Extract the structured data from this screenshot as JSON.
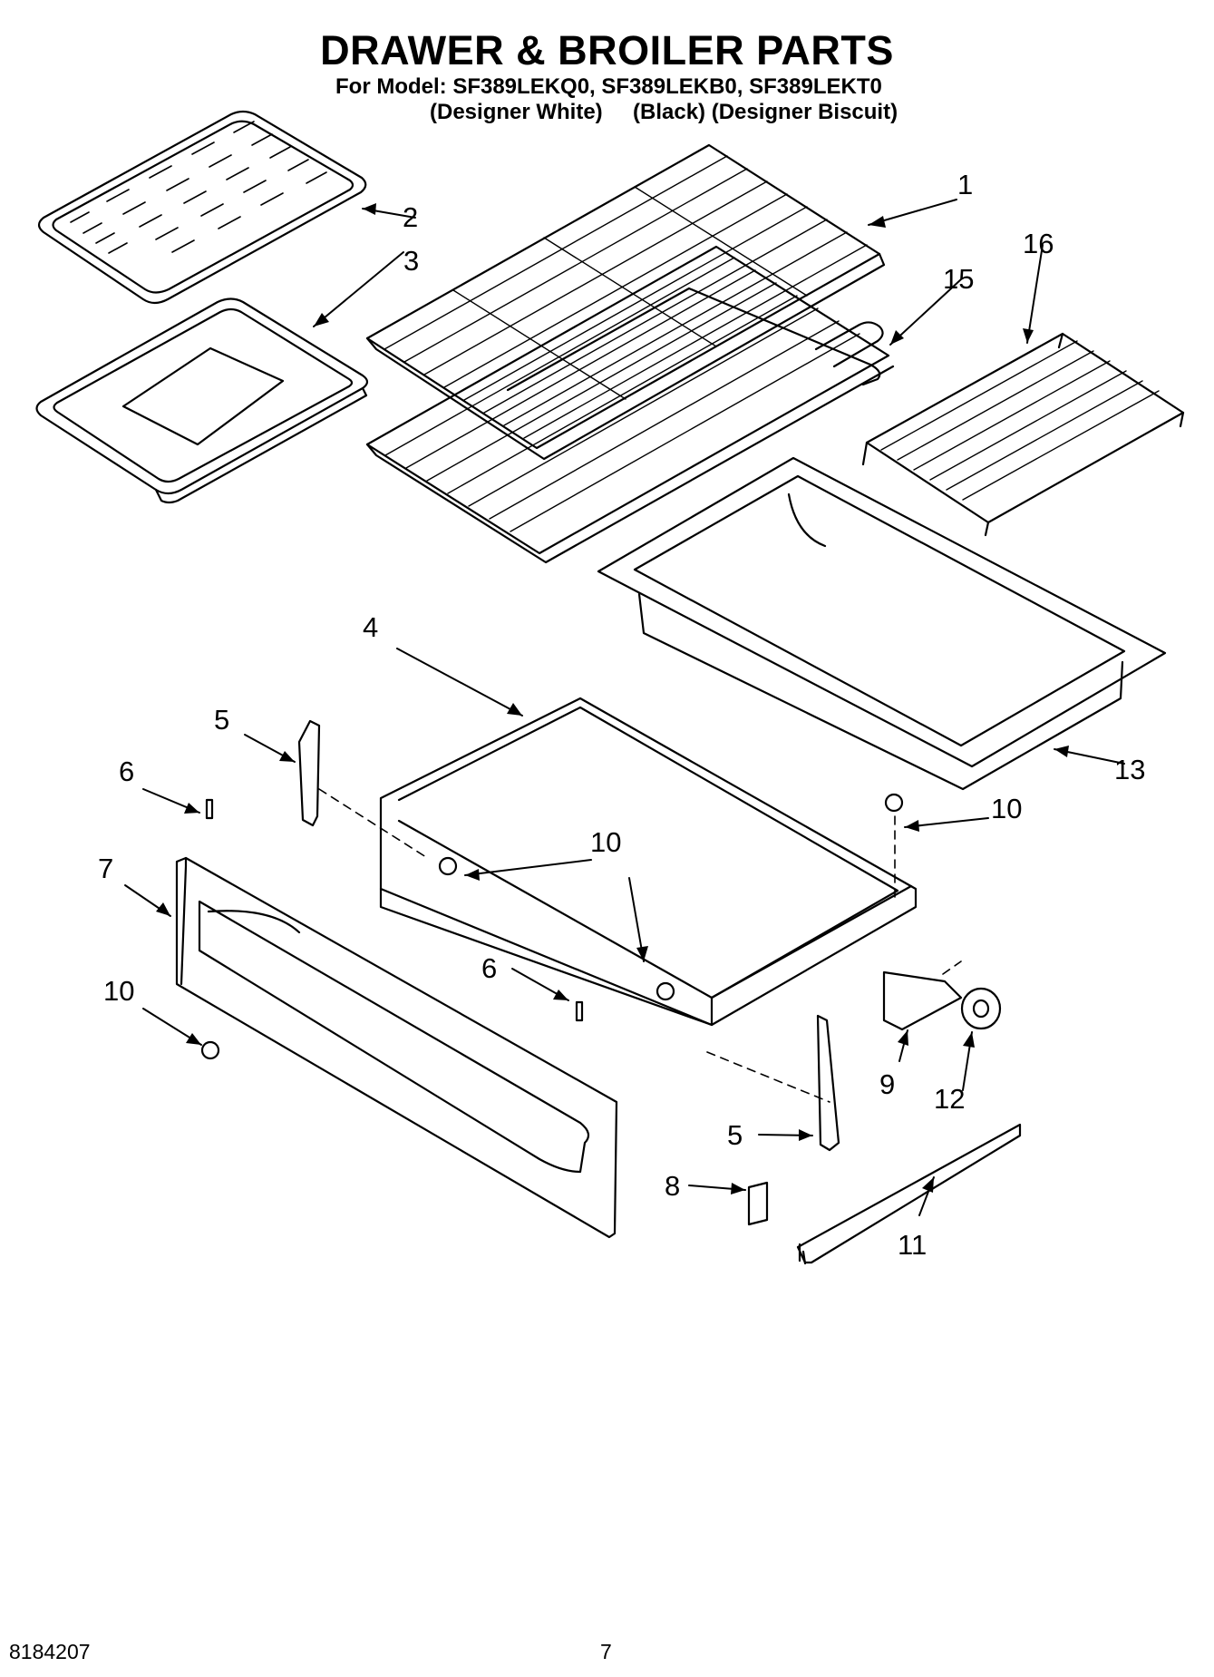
{
  "title": "DRAWER & BROILER PARTS",
  "model_line": "For Model: SF389LEKQ0, SF389LEKB0, SF389LEKT0",
  "color_line": "(Designer White)     (Black) (Designer Biscuit)",
  "footer": {
    "doc_number": "8184207",
    "page_number": "7"
  },
  "callouts": [
    "1",
    "2",
    "3",
    "4",
    "5",
    "6",
    "7",
    "8",
    "9",
    "10",
    "11",
    "12",
    "13",
    "15",
    "16"
  ]
}
